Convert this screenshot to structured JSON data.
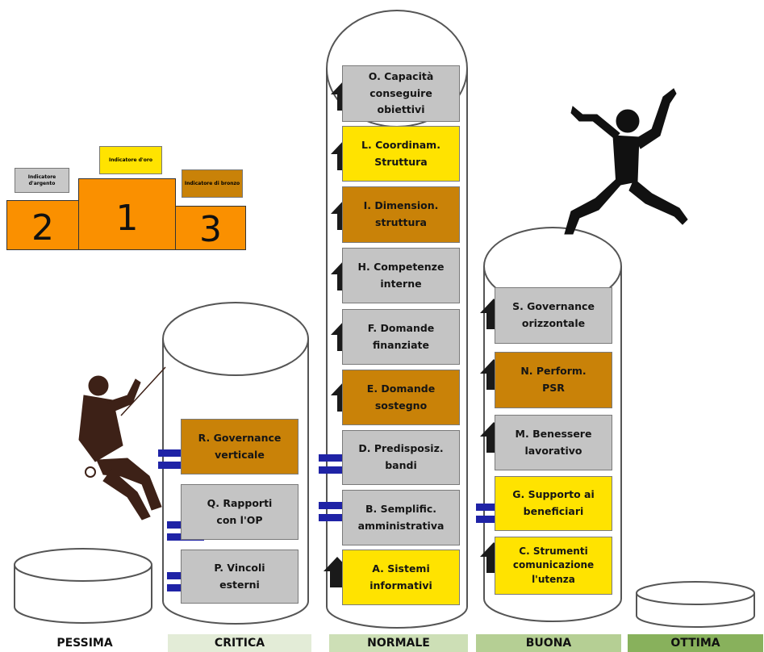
{
  "podium": {
    "places": [
      {
        "number": "2",
        "label": "Indicatore d'argento"
      },
      {
        "number": "1",
        "label": "Indicatore d'oro"
      },
      {
        "number": "3",
        "label": "Indicatore di bronzo"
      }
    ],
    "colors": {
      "block": "#fa9000",
      "silver": "#c8c8c8",
      "gold": "#ffe300",
      "bronze": "#c98208"
    }
  },
  "columns": {
    "critica": [
      {
        "text": "R. Governance\nverticale",
        "color": "brown"
      },
      {
        "text": "Q. Rapporti\ncon l'OP",
        "color": "gray"
      },
      {
        "text": "P. Vincoli\nesterni",
        "color": "gray"
      }
    ],
    "normale": [
      {
        "text": "O. Capacità\nconseguire\nobiettivi",
        "color": "gray"
      },
      {
        "text": "L. Coordinam.\nStruttura",
        "color": "yellow"
      },
      {
        "text": "I. Dimension.\nstruttura",
        "color": "brown"
      },
      {
        "text": "H. Competenze\ninterne",
        "color": "gray"
      },
      {
        "text": "F. Domande\nfinanziate",
        "color": "gray"
      },
      {
        "text": "E. Domande\nsostegno",
        "color": "brown"
      },
      {
        "text": "D. Predisposiz.\nbandi",
        "color": "gray"
      },
      {
        "text": "B. Semplific.\namministrativa",
        "color": "gray"
      },
      {
        "text": "A. Sistemi\ninformativi",
        "color": "yellow"
      }
    ],
    "buona": [
      {
        "text": "S. Governance\norizzontale",
        "color": "gray"
      },
      {
        "text": "N. Perform.\nPSR",
        "color": "brown"
      },
      {
        "text": "M. Benessere\nlavorativo",
        "color": "gray"
      },
      {
        "text": "G. Supporto ai\nbeneficiari",
        "color": "yellow"
      },
      {
        "text": "C. Strumenti\ncomunicazione\nl'utenza",
        "color": "yellow"
      }
    ]
  },
  "categories": [
    {
      "label": "PESSIMA",
      "color": "#ffffff"
    },
    {
      "label": "CRITICA",
      "color": "#e3ecd7"
    },
    {
      "label": "NORMALE",
      "color": "#cddfb6"
    },
    {
      "label": "BUONA",
      "color": "#b5cf94"
    },
    {
      "label": "OTTIMA",
      "color": "#88b15c"
    }
  ],
  "icons": {
    "up_arrow": "up-arrow-icon",
    "equal": "equal-icon",
    "climber": "climber-icon",
    "jumper": "jumper-icon"
  }
}
